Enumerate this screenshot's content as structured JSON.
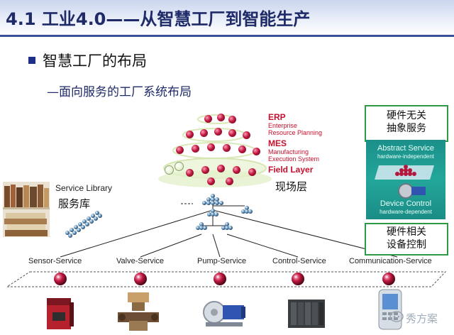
{
  "header": {
    "title": "4.1 工业4.0——从智慧工厂到智能生产"
  },
  "bullet": {
    "text": "智慧工厂的布局"
  },
  "subtitle": {
    "text": "—面向服务的工厂系统布局"
  },
  "layers": {
    "erp": {
      "name": "ERP",
      "line1": "Enterprise",
      "line2": "Resource Planning"
    },
    "mes": {
      "name": "MES",
      "line1": "Manufacturing",
      "line2": "Execution System"
    },
    "field": {
      "name": "Field Layer",
      "cn": "现场层"
    }
  },
  "library": {
    "label": "Service Library",
    "cn": "服务库"
  },
  "right_panel": {
    "top_box": [
      "硬件无关",
      "抽象服务"
    ],
    "abstract_service": "Abstract Service",
    "hw_independent": "hardware-independent",
    "device_control": "Device Control",
    "hw_dependent": "hardware-dependent",
    "bottom_box": [
      "硬件相关",
      "设备控制"
    ]
  },
  "services": [
    {
      "label": "Sensor-Service",
      "icon": "photoelectric-sensor-icon"
    },
    {
      "label": "Valve-Service",
      "icon": "valve-icon"
    },
    {
      "label": "Pump-Service",
      "icon": "pump-icon"
    },
    {
      "label": "Control-Service",
      "icon": "plc-controller-icon"
    },
    {
      "label": "Communication-Service",
      "icon": "handheld-device-icon"
    }
  ],
  "watermark": {
    "text": "秀方案"
  },
  "colors": {
    "title": "#1f2a68",
    "layer_red": "#c8102e",
    "green_border": "#2e9a45",
    "teal": "#1b8f8a"
  }
}
